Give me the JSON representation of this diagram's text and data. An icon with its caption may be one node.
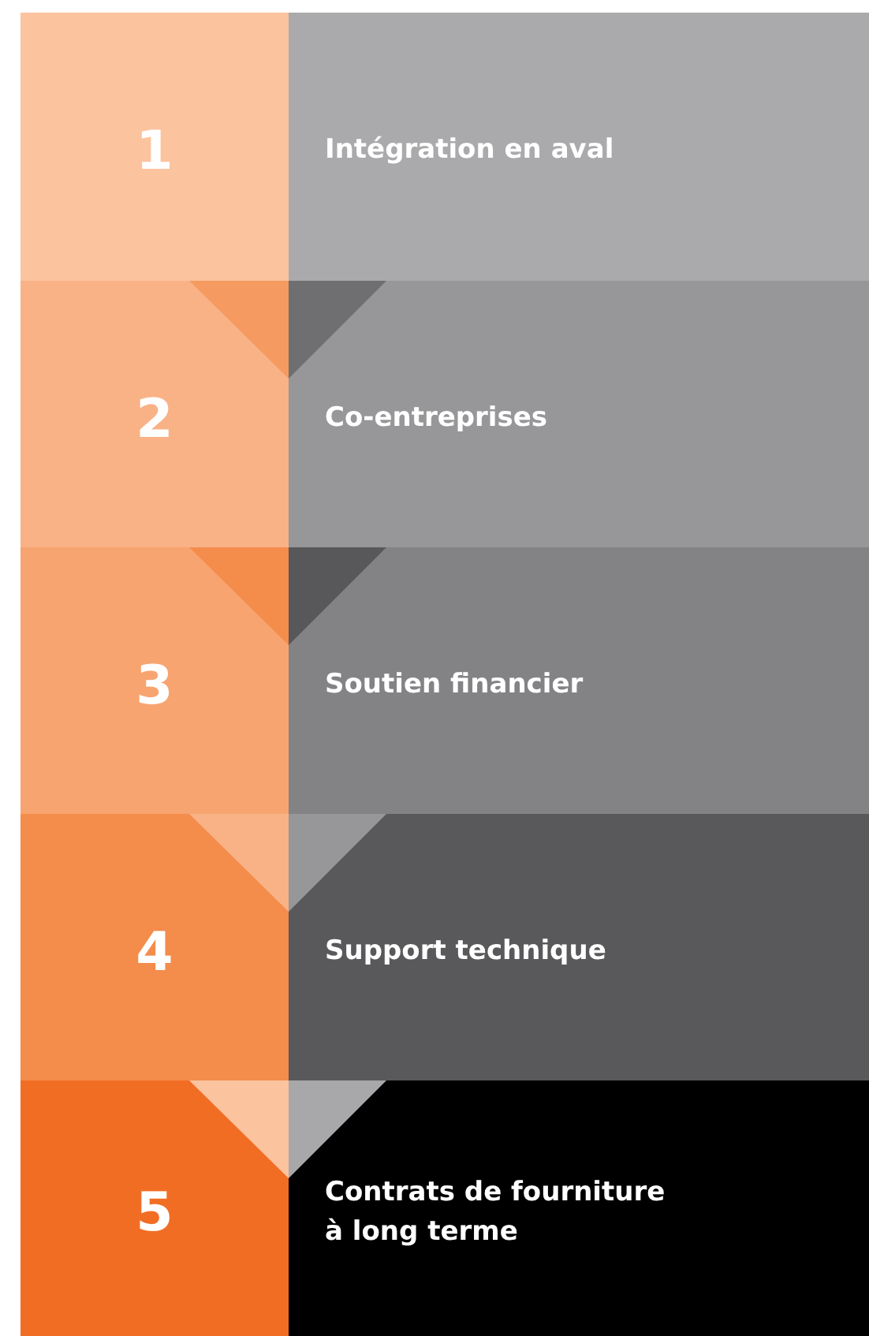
{
  "diagram": {
    "nodes": [
      {
        "text": [
          "1"
        ]
      },
      {
        "text": [
          "Intégration en aval"
        ]
      },
      {
        "text": [
          "2"
        ]
      },
      {
        "text": [
          "Co-entreprises"
        ]
      },
      {
        "text": [
          "3"
        ]
      },
      {
        "text": [
          "Soutien financier"
        ]
      },
      {
        "text": [
          "4"
        ]
      },
      {
        "text": [
          "Support technique"
        ]
      },
      {
        "text": [
          "5"
        ]
      },
      {
        "text": [
          "Contrats de fourniture à long terme"
        ]
      }
    ]
  }
}
